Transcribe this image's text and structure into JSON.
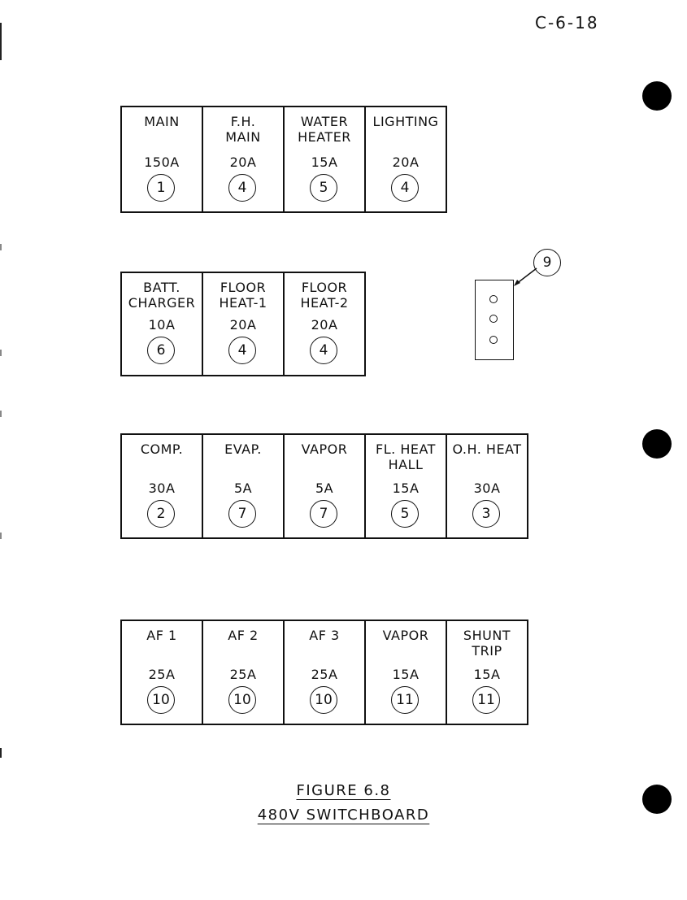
{
  "page_number": "C-6-18",
  "panels": [
    {
      "breakers": [
        {
          "name": "MAIN",
          "rating": "150A",
          "ref": "1"
        },
        {
          "name": "F.H.\nMAIN",
          "rating": "20A",
          "ref": "4"
        },
        {
          "name": "WATER\nHEATER",
          "rating": "15A",
          "ref": "5"
        },
        {
          "name": "LIGHTING",
          "rating": "20A",
          "ref": "4"
        }
      ]
    },
    {
      "breakers": [
        {
          "name": "BATT.\nCHARGER",
          "rating": "10A",
          "ref": "6"
        },
        {
          "name": "FLOOR\nHEAT-1",
          "rating": "20A",
          "ref": "4"
        },
        {
          "name": "FLOOR\nHEAT-2",
          "rating": "20A",
          "ref": "4"
        }
      ]
    },
    {
      "breakers": [
        {
          "name": "COMP.",
          "rating": "30A",
          "ref": "2"
        },
        {
          "name": "EVAP.",
          "rating": "5A",
          "ref": "7"
        },
        {
          "name": "VAPOR",
          "rating": "5A",
          "ref": "7"
        },
        {
          "name": "FL. HEAT\nHALL",
          "rating": "15A",
          "ref": "5"
        },
        {
          "name": "O.H. HEAT",
          "rating": "30A",
          "ref": "3"
        }
      ]
    },
    {
      "breakers": [
        {
          "name": "AF 1",
          "rating": "25A",
          "ref": "10"
        },
        {
          "name": "AF 2",
          "rating": "25A",
          "ref": "10"
        },
        {
          "name": "AF 3",
          "rating": "25A",
          "ref": "10"
        },
        {
          "name": "VAPOR",
          "rating": "15A",
          "ref": "11"
        },
        {
          "name": "SHUNT\nTRIP",
          "rating": "15A",
          "ref": "11"
        }
      ]
    }
  ],
  "terminal_block": {
    "callout": "9",
    "terminal_count": 3
  },
  "caption": {
    "figure": "FIGURE 6.8",
    "title": "480V SWITCHBOARD"
  }
}
